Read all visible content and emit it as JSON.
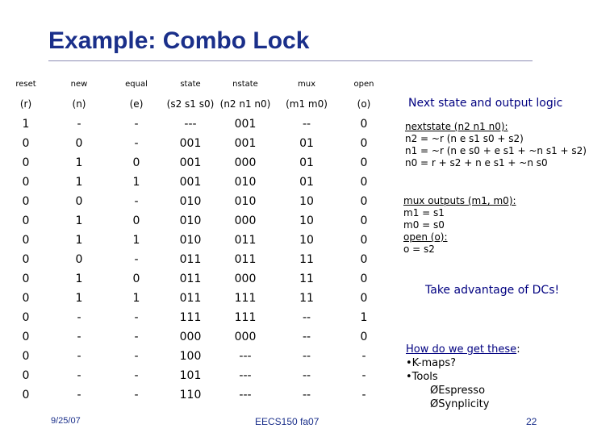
{
  "title": "Example: Combo Lock",
  "table": {
    "headers": [
      "reset",
      "new",
      "equal",
      "state",
      "nstate",
      "mux",
      "open"
    ],
    "subheaders": [
      "(r)",
      "(n)",
      "(e)",
      "(s2 s1 s0)",
      "(n2 n1 n0)",
      "(m1 m0)",
      "(o)"
    ],
    "rows": [
      [
        "1",
        "-",
        "-",
        "---",
        "001",
        "--",
        "0"
      ],
      [
        "0",
        "0",
        "-",
        "001",
        "001",
        "01",
        "0"
      ],
      [
        "0",
        "1",
        "0",
        "001",
        "000",
        "01",
        "0"
      ],
      [
        "0",
        "1",
        "1",
        "001",
        "010",
        "01",
        "0"
      ],
      [
        "0",
        "0",
        "-",
        "010",
        "010",
        "10",
        "0"
      ],
      [
        "0",
        "1",
        "0",
        "010",
        "000",
        "10",
        "0"
      ],
      [
        "0",
        "1",
        "1",
        "010",
        "011",
        "10",
        "0"
      ],
      [
        "0",
        "0",
        "-",
        "011",
        "011",
        "11",
        "0"
      ],
      [
        "0",
        "1",
        "0",
        "011",
        "000",
        "11",
        "0"
      ],
      [
        "0",
        "1",
        "1",
        "011",
        "111",
        "11",
        "0"
      ],
      [
        "0",
        "-",
        "-",
        "111",
        "111",
        "--",
        "1"
      ],
      [
        "0",
        "-",
        "-",
        "000",
        "000",
        "--",
        "0"
      ],
      [
        "0",
        "-",
        "-",
        "100",
        "---",
        "--",
        "-"
      ],
      [
        "0",
        "-",
        "-",
        "101",
        "---",
        "--",
        "-"
      ],
      [
        "0",
        "-",
        "-",
        "110",
        "---",
        "--",
        "-"
      ]
    ]
  },
  "logic": {
    "heading": "Next state and output logic",
    "nextstate_label": "nextstate (n2 n1 n0):",
    "n2": "n2 = ~r (n e s1 s0 + s2)",
    "n1": "n1 = ~r (n e s0 + e s1 + ~n s1 + s2)",
    "n0": "n0 = r + s2 + n e s1 + ~n s0",
    "mux_label": "mux outputs (m1, m0):",
    "m1": "m1 = s1",
    "m0": "m0 = s0",
    "open_label": "open (o):",
    "o": "o = s2"
  },
  "note": "Take advantage of DCs!",
  "question": {
    "prefix": "How do we get these",
    "colon": ":",
    "items": [
      "•K-maps?",
      "•Tools",
      "ØEspresso",
      "ØSynplicity"
    ]
  },
  "footer": {
    "date": "9/25/07",
    "course": "EECS150 fa07",
    "page": "22"
  }
}
